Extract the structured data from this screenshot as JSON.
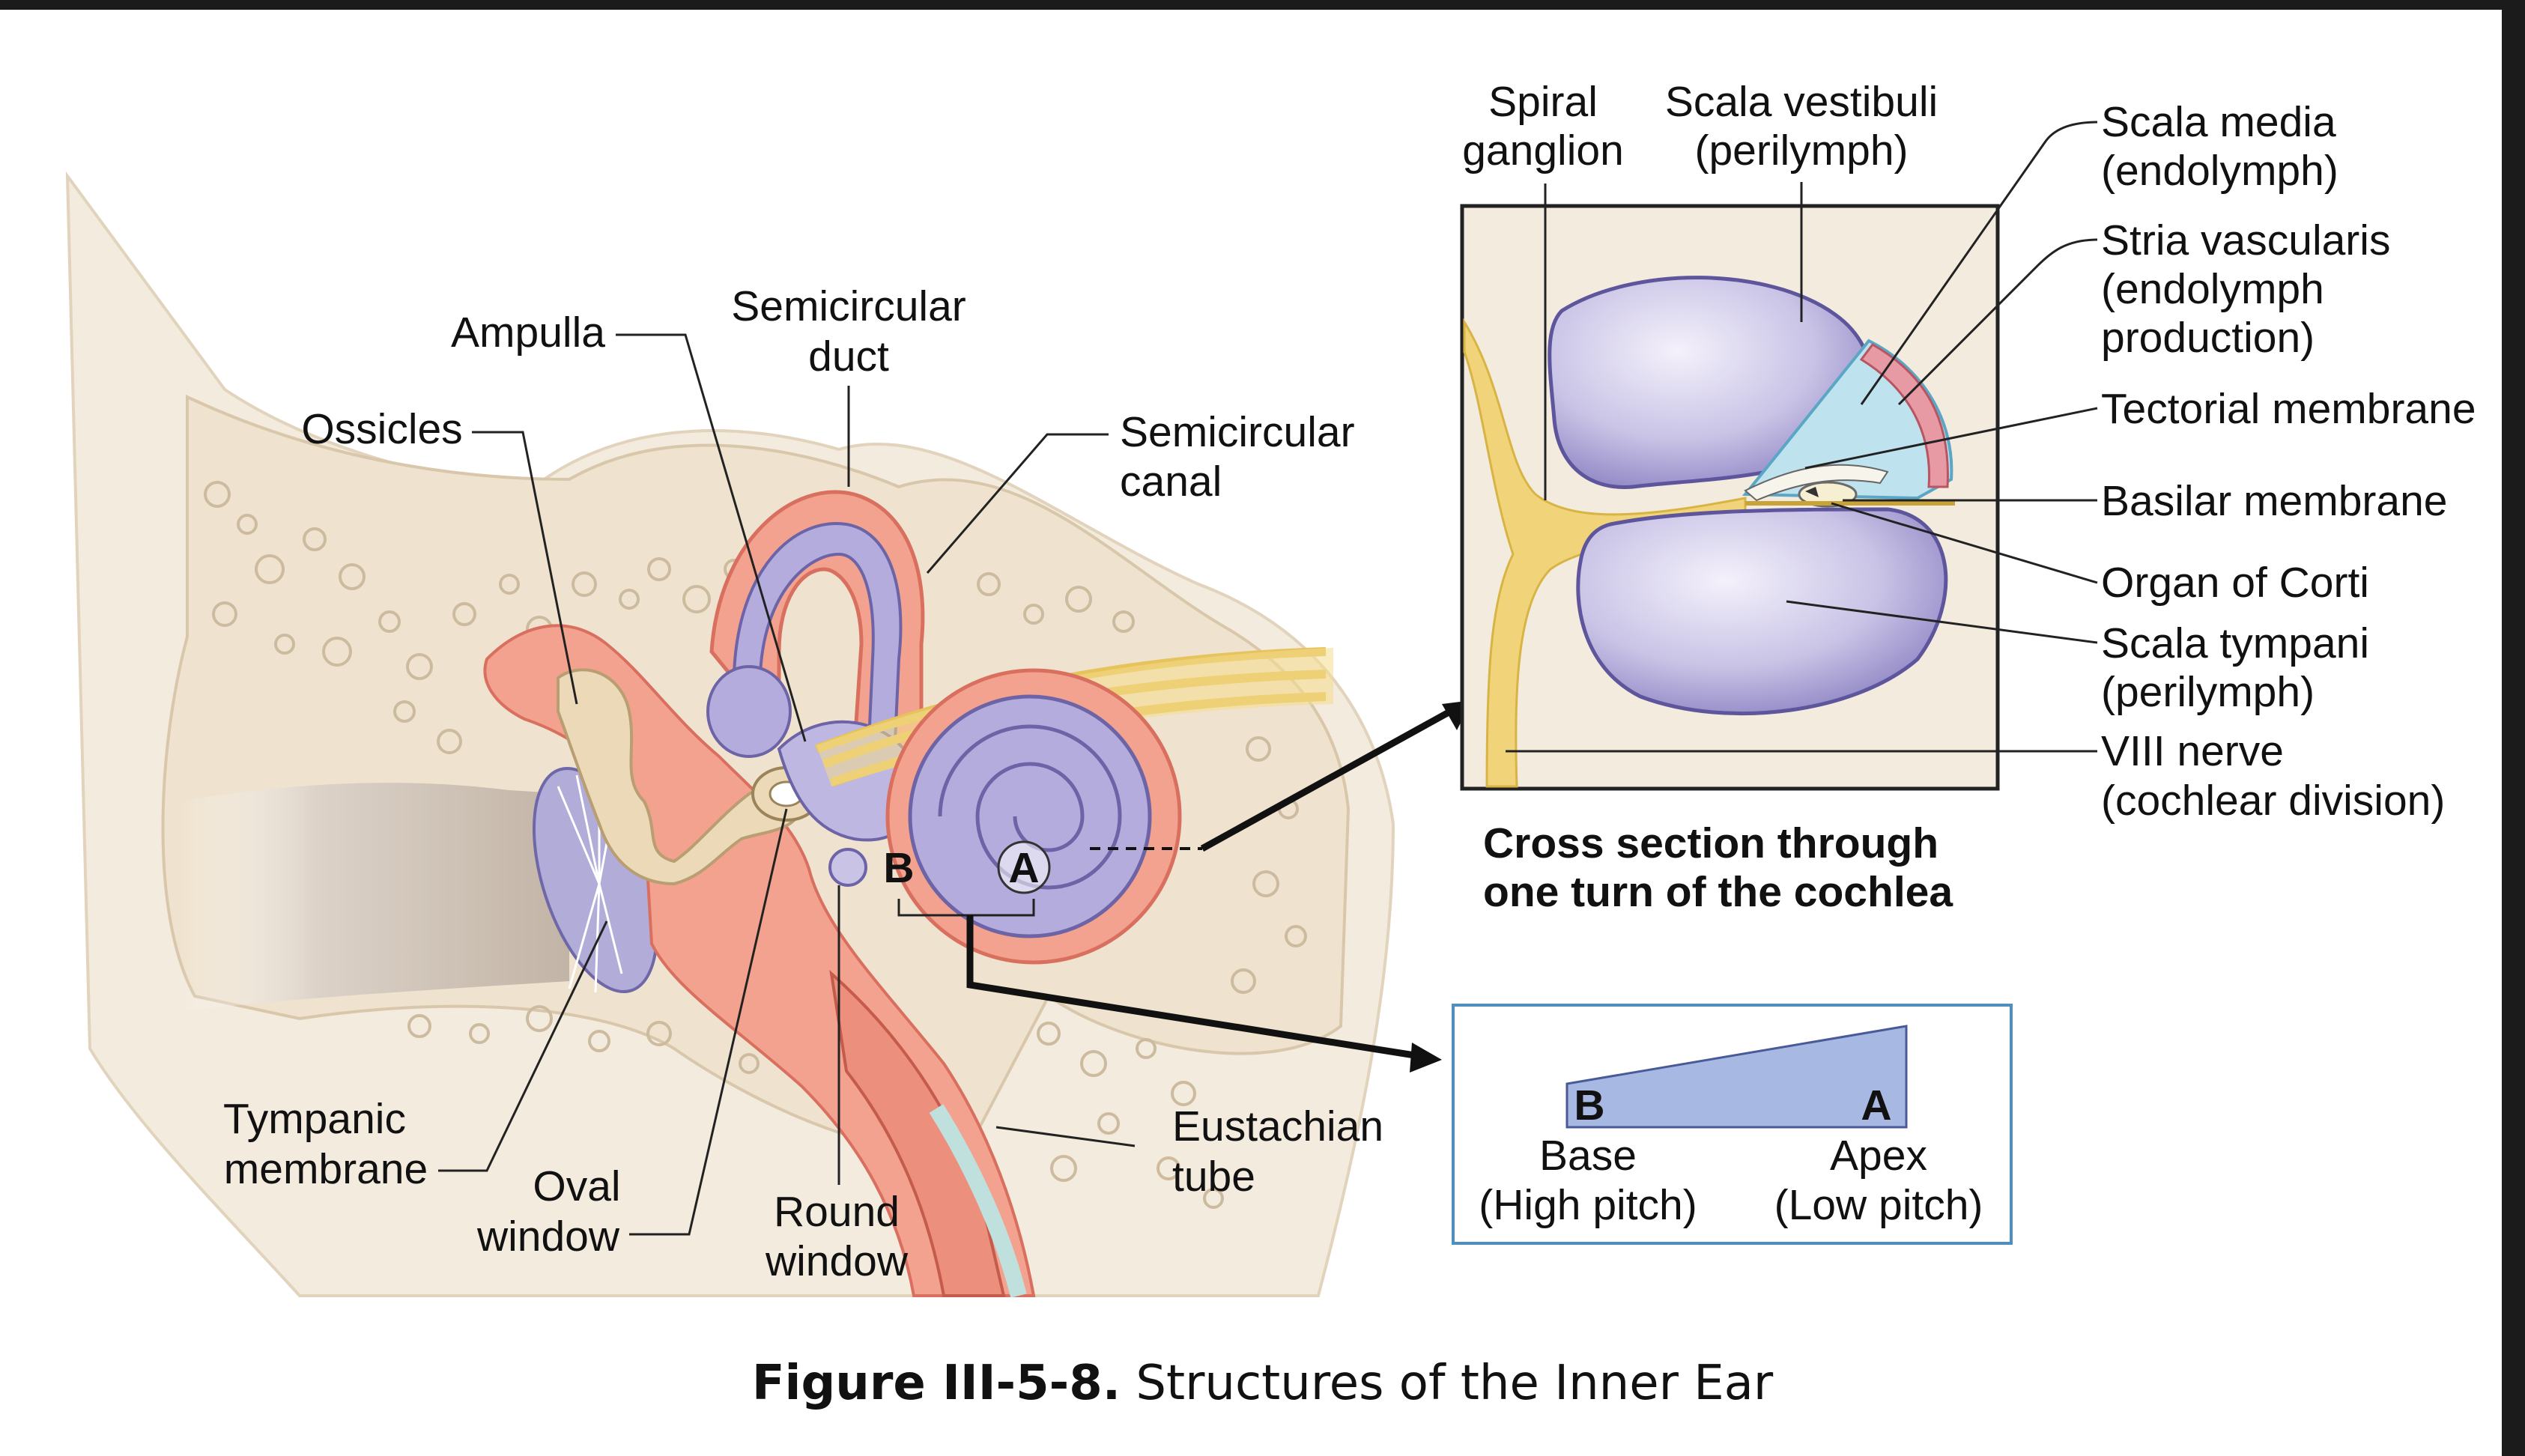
{
  "labels": {
    "ampulla": "Ampulla",
    "semicircular_duct": [
      "Semicircular",
      "duct"
    ],
    "ossicles": "Ossicles",
    "semicircular_canal": [
      "Semicircular",
      "canal"
    ],
    "tympanic_membrane": [
      "Tympanic",
      "membrane"
    ],
    "oval_window": [
      "Oval",
      "window"
    ],
    "round_window": [
      "Round",
      "window"
    ],
    "eustachian_tube": [
      "Eustachian",
      "tube"
    ],
    "point_a": "A",
    "point_b": "B"
  },
  "cross_section": {
    "spiral_ganglion": [
      "Spiral",
      "ganglion"
    ],
    "scala_vestibuli": [
      "Scala vestibuli",
      "(perilymph)"
    ],
    "scala_media": [
      "Scala media",
      "(endolymph)"
    ],
    "stria_vascularis": [
      "Stria vascularis",
      "(endolymph",
      "production)"
    ],
    "tectorial_membrane": "Tectorial membrane",
    "basilar_membrane": "Basilar membrane",
    "organ_of_corti": "Organ of Corti",
    "scala_tympani": [
      "Scala tympani",
      "(perilymph)"
    ],
    "viii_nerve": [
      "VIII nerve",
      "(cochlear division)"
    ],
    "title": [
      "Cross section through",
      "one turn of the cochlea"
    ]
  },
  "pitch_box": {
    "base_letter": "B",
    "apex_letter": "A",
    "base": [
      "Base",
      "(High pitch)"
    ],
    "apex": [
      "Apex",
      "(Low pitch)"
    ]
  },
  "caption": {
    "number": "Figure III-5-8.",
    "text": " Structures of the Inner Ear"
  },
  "colors": {
    "bone": "#efe3cf",
    "flesh": "#f2a28e",
    "cochlea": "#a9a3d6",
    "nerve": "#f1d479",
    "endolymph": "#bfe3ee",
    "pitch_box_border": "#4f8fc0",
    "pitch_wedge": "#a7b8e3"
  }
}
